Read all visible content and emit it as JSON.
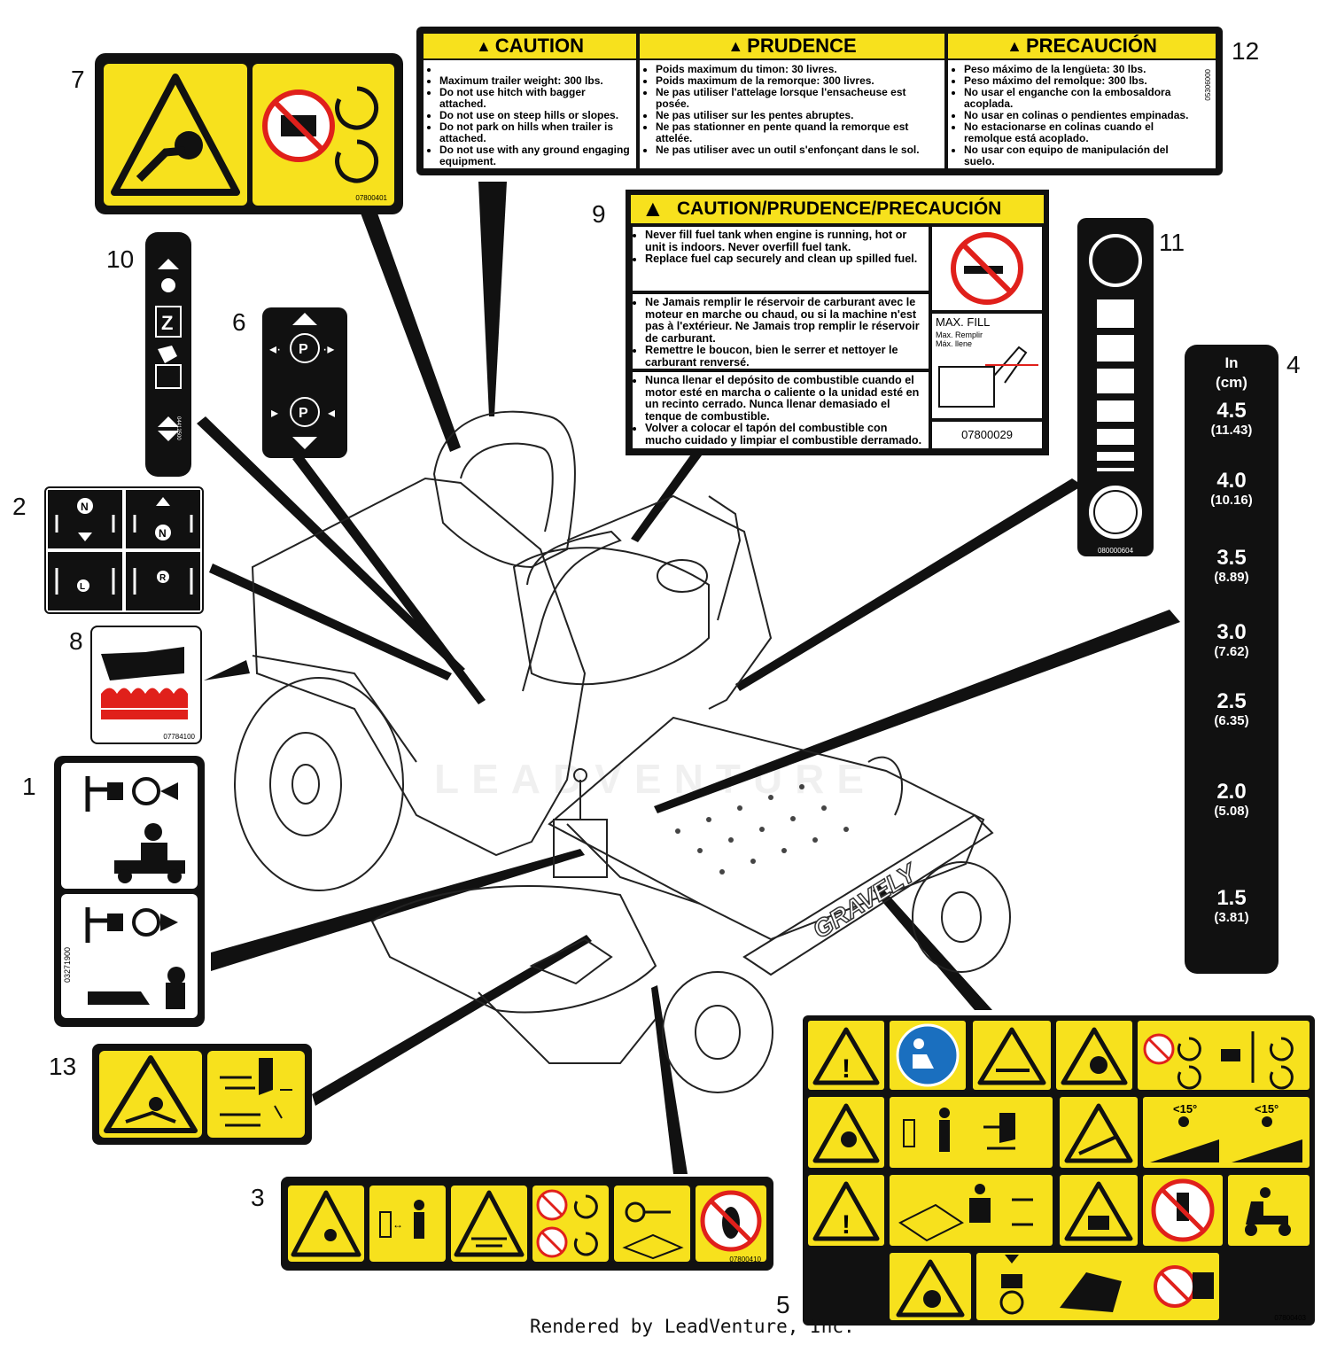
{
  "callouts": [
    "1",
    "2",
    "3",
    "4",
    "5",
    "6",
    "7",
    "8",
    "9",
    "10",
    "11",
    "12",
    "13"
  ],
  "footer": "Rendered by LeadVenture, Inc.",
  "watermark": "LEADVENTURE",
  "brand": "GRAVELY",
  "decal_12": {
    "part_number": "05306000",
    "columns": [
      {
        "header": "CAUTION",
        "items": [
          "",
          "Maximum trailer weight: 300 lbs.",
          "Do not use hitch with bagger attached.",
          "Do not use on steep hills or slopes.",
          "Do not park on hills when trailer is attached.",
          "Do not use with any ground engaging equipment."
        ]
      },
      {
        "header": "PRUDENCE",
        "items": [
          "Poids maximum du timon: 30 livres.",
          "Poids maximum de la remorque: 300 livres.",
          "Ne pas utiliser l'attelage lorsque l'ensacheuse est posée.",
          "Ne pas utiliser sur les pentes abruptes.",
          "Ne pas stationner en pente quand la remorque est attelée.",
          "Ne pas utiliser avec un outil s'enfonçant dans le sol."
        ]
      },
      {
        "header": "PRECAUCIÓN",
        "items": [
          "Peso máximo de la lengüeta: 30 lbs.",
          "Peso máximo del remolque: 300 lbs.",
          "No usar el enganche con la embosaldora acoplada.",
          "No usar en colinas o pendientes empinadas.",
          "No estacionarse en colinas cuando el remolque está acoplado.",
          "No usar con equipo de manipulación del suelo."
        ]
      }
    ]
  },
  "decal_9": {
    "header": "CAUTION/PRUDENCE/PRECAUCIÓN",
    "english": [
      "Never fill fuel tank when engine is running, hot or unit is indoors.  Never overfill fuel tank.",
      "Replace fuel cap securely and clean up spilled fuel."
    ],
    "french": [
      "Ne Jamais remplir le réservoir de carburant avec le moteur en marche ou chaud, ou si la machine n'est pas à l'extérieur.  Ne Jamais trop remplir le réservoir de carburant.",
      "Remettre le boucon, bien le serrer et nettoyer le carburant renversé."
    ],
    "spanish": [
      "Nunca llenar el depósito de combustible cuando el motor esté en marcha o caliente o la unidad esté en un recinto cerrado.  Nunca llenar demasiado el tenque de combustible.",
      "Volver a colocar el tapón del combustible con mucho cuidado y limpiar el combustible derramado."
    ],
    "max_fill": "MAX. FILL",
    "max_fill_fr": "Max. Remplir",
    "max_fill_es": "Máx. llene",
    "part_number": "07800029"
  },
  "decal_4": {
    "unit_top": "In",
    "unit_bottom": "(cm)",
    "marks": [
      {
        "in": "4.5",
        "cm": "(11.43)"
      },
      {
        "in": "4.0",
        "cm": "(10.16)"
      },
      {
        "in": "3.5",
        "cm": "(8.89)"
      },
      {
        "in": "3.0",
        "cm": "(7.62)"
      },
      {
        "in": "2.5",
        "cm": "(6.35)"
      },
      {
        "in": "2.0",
        "cm": "(5.08)"
      },
      {
        "in": "1.5",
        "cm": "(3.81)"
      }
    ]
  },
  "part_numbers": {
    "decal_7": "07800401",
    "decal_11": "080000604",
    "decal_10": "04412500",
    "decal_8": "07784100",
    "decal_1": "03271900",
    "decal_3": "07800410",
    "decal_5": "07800403"
  },
  "decal_5": {
    "slope_label": "<15°"
  },
  "colors": {
    "safety_yellow": "#f7e11d",
    "decal_black": "#111111",
    "prohibit_red": "#e0201b",
    "mandatory_blue": "#1a6fbf"
  }
}
